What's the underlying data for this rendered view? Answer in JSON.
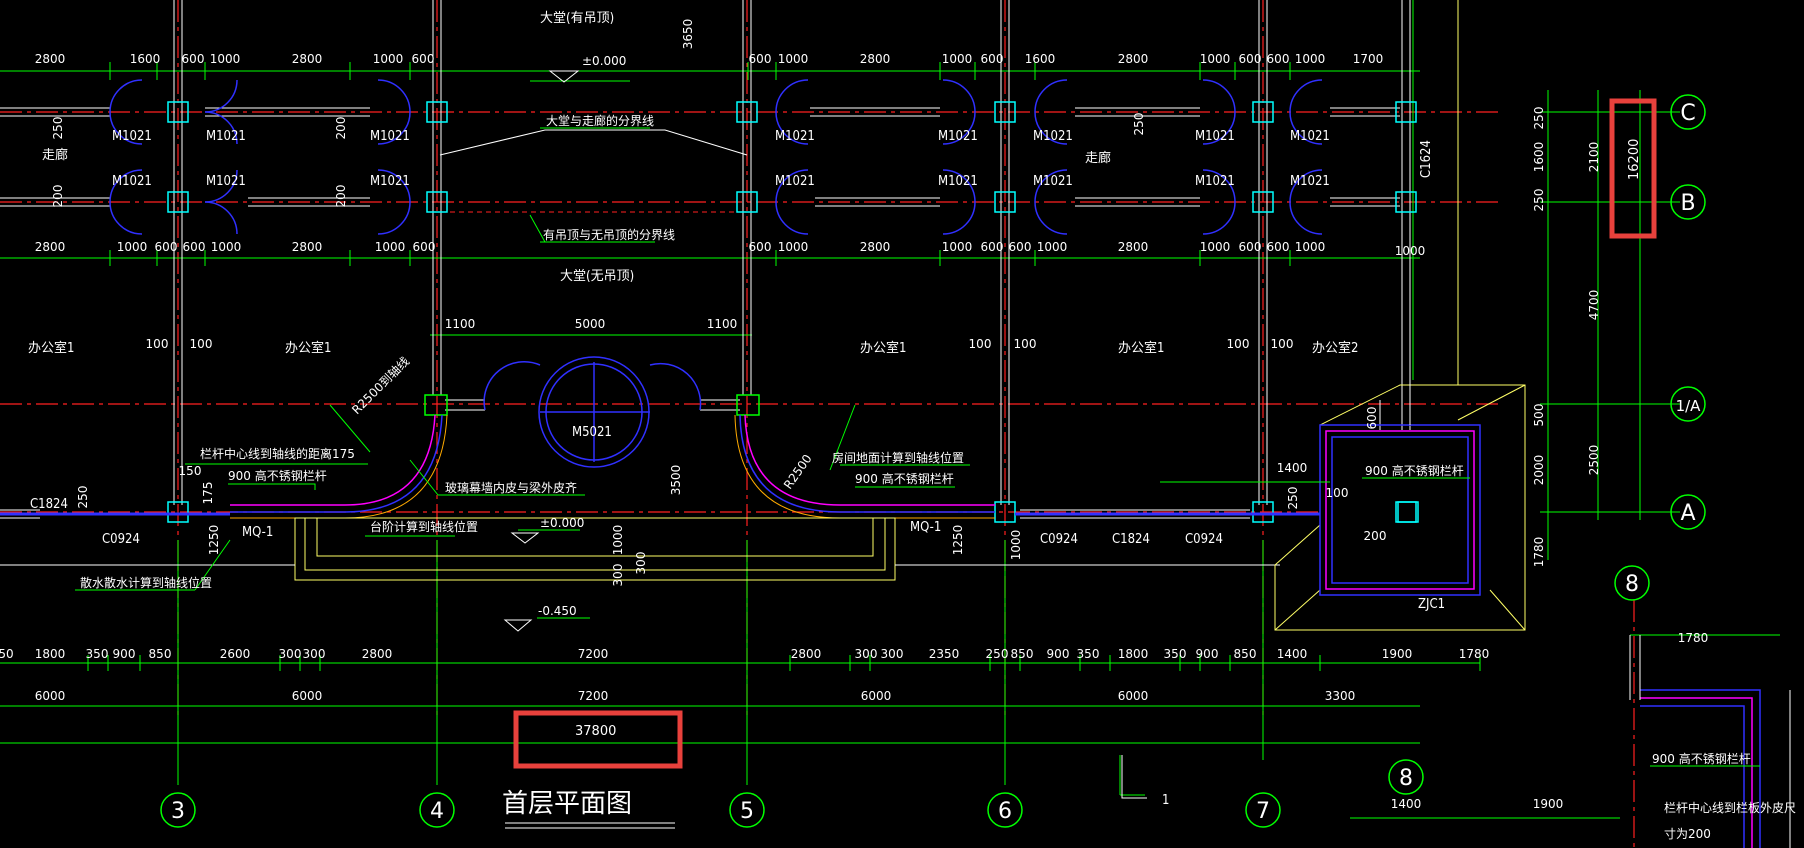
{
  "drawing": {
    "title": "首层平面图",
    "section_mark": "1",
    "colors": {
      "background": "#000000",
      "grid": "#00ff00",
      "axis_line": "#ff2020",
      "wall": "#ffffff",
      "column": "#00ffff",
      "door": "#3030ff",
      "railing": "#ff00ff",
      "curb": "#ffff66",
      "highlight": "#e8413c"
    }
  },
  "axes": {
    "vertical": [
      "3",
      "4",
      "5",
      "6",
      "7",
      "8"
    ],
    "horizontal": [
      "C",
      "B",
      "1/A",
      "A"
    ],
    "detail": "8"
  },
  "rooms": {
    "hall_top": "大堂(有吊顶)",
    "hall_bottom": "大堂(无吊顶)",
    "corridor_left": "走廊",
    "corridor_mid": "走廊",
    "office_1": "办公室1",
    "office_2": "办公室1",
    "office_3": "办公室1",
    "office_4": "办公室1",
    "office_5": "办公室2"
  },
  "doors": {
    "m1021": "M1021",
    "m5021": "M5021",
    "mq1": "MQ-1",
    "c1824": "C1824",
    "c0924": "C0924",
    "c1624": "C1624",
    "zjc1": "ZJC1"
  },
  "annotations": {
    "hall_boundary": "大堂与走廊的分界线",
    "ceiling_boundary": "有吊顶与无吊顶的分界线",
    "railing_distance": "栏杆中心线到轴线的距离175",
    "railing": "900 高不锈钢栏杆",
    "r2500_top": "R2500到轴线",
    "r2500_right": "R2500",
    "glass_wall": "玻璃幕墙内皮与梁外皮齐",
    "step_calc": "台阶计算到轴线位置",
    "floor_calc": "房间地面计算到轴线位置",
    "scatter_calc": "散水散水计算到轴线位置",
    "railing_right_a": "栏杆中心线到栏板外皮尺",
    "railing_right_b": "寸为200"
  },
  "levels": {
    "hall": "±0.000",
    "entrance": "±0.000",
    "outside": "-0.450"
  },
  "dimensions": {
    "top_row": [
      "2800",
      "1600",
      "600",
      "1000",
      "2800",
      "1000",
      "600",
      "600",
      "1000",
      "2800",
      "1000",
      "600",
      "1600",
      "2800",
      "1000",
      "600",
      "600",
      "1000",
      "1700"
    ],
    "row_2": [
      "2800",
      "1000",
      "600",
      "600",
      "1000",
      "2800",
      "1000",
      "600",
      "600",
      "1000",
      "2800",
      "1000",
      "600",
      "600",
      "1000",
      "2800",
      "1000",
      "600",
      "600",
      "1000"
    ],
    "door_row": [
      "1100",
      "5000",
      "1100"
    ],
    "office_gaps": [
      "100",
      "100",
      "100",
      "100",
      "100",
      "100"
    ],
    "bottom_1": [
      "50",
      "1800",
      "350",
      "900",
      "850",
      "2600",
      "300",
      "300",
      "2800",
      "7200",
      "2800",
      "300",
      "300",
      "2350",
      "250",
      "850",
      "900",
      "350",
      "1800",
      "350",
      "900",
      "850",
      "1400",
      "1900",
      "1780"
    ],
    "bottom_2": [
      "6000",
      "6000",
      "7200",
      "6000",
      "6000",
      "3300"
    ],
    "total_width": "37800",
    "right_col": [
      "250",
      "1600",
      "250",
      "2100",
      "4700",
      "500",
      "2000",
      "2500",
      "1780"
    ],
    "total_depth": "16200",
    "vertical_misc": [
      "3650",
      "3500",
      "1000",
      "300",
      "300",
      "1250",
      "1250",
      "1000",
      "250",
      "175",
      "150",
      "250",
      "200",
      "200",
      "200",
      "250",
      "600",
      "1000"
    ],
    "right_misc": [
      "1400",
      "100",
      "250",
      "200",
      "1400",
      "1900",
      "1780"
    ]
  }
}
